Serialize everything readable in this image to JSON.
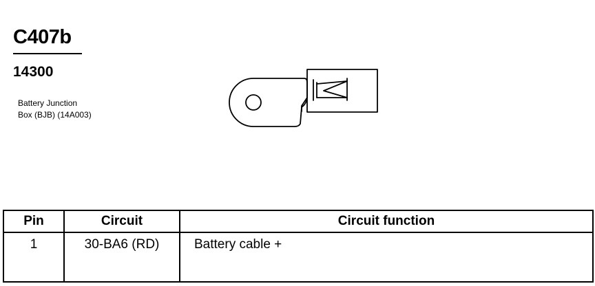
{
  "connector": {
    "id": "C407b",
    "part_number": "14300",
    "description_lines": [
      "Battery Junction",
      "Box (BJB) (14A003)"
    ]
  },
  "table": {
    "headers": [
      "Pin",
      "Circuit",
      "Circuit function"
    ],
    "rows": [
      {
        "pin": "1",
        "circuit": "30-BA6 (RD)",
        "function": "Battery cable +"
      }
    ]
  }
}
